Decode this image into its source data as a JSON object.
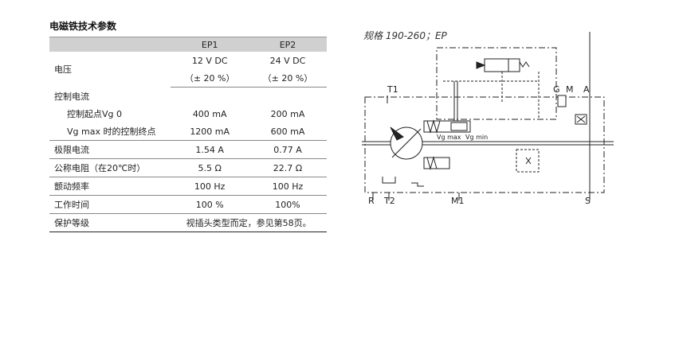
{
  "title": "电磁铁技术参数",
  "table": {
    "header": [
      "",
      "EP1",
      "EP2"
    ],
    "voltage": {
      "label": "电压",
      "ep1": "12 V DC",
      "ep2": "24 V DC",
      "ep1_tol": "（± 20 %）",
      "ep2_tol": "（± 20 %）"
    },
    "control_current": {
      "label": "控制电流"
    },
    "start": {
      "label": "控制起点Vg 0",
      "ep1": "400 mA",
      "ep2": "200 mA"
    },
    "end": {
      "label": "Vg max 时的控制终点",
      "ep1": "1200 mA",
      "ep2": "600 mA"
    },
    "limit": {
      "label": "极限电流",
      "ep1": "1.54 A",
      "ep2": "0.77 A"
    },
    "resistance": {
      "label": "公称电阻（在20℃时）",
      "ep1": "5.5 Ω",
      "ep2": "22.7 Ω"
    },
    "dither": {
      "label": "颤动频率",
      "ep1": "100 Hz",
      "ep2": "100 Hz"
    },
    "duty": {
      "label": "工作时间",
      "ep1": "100 %",
      "ep2": "100%"
    },
    "protection": {
      "label": "保护等级",
      "value": "视插头类型而定，参见第58页。"
    }
  },
  "diagram": {
    "caption": "规格 190-260；EP",
    "ports": {
      "T1": "T1",
      "G": "G",
      "M": "M",
      "A": "A",
      "R": "R",
      "T2": "T2",
      "M1": "M1",
      "S": "S"
    },
    "vg_max": "Vg max",
    "vg_min": "Vg min"
  }
}
